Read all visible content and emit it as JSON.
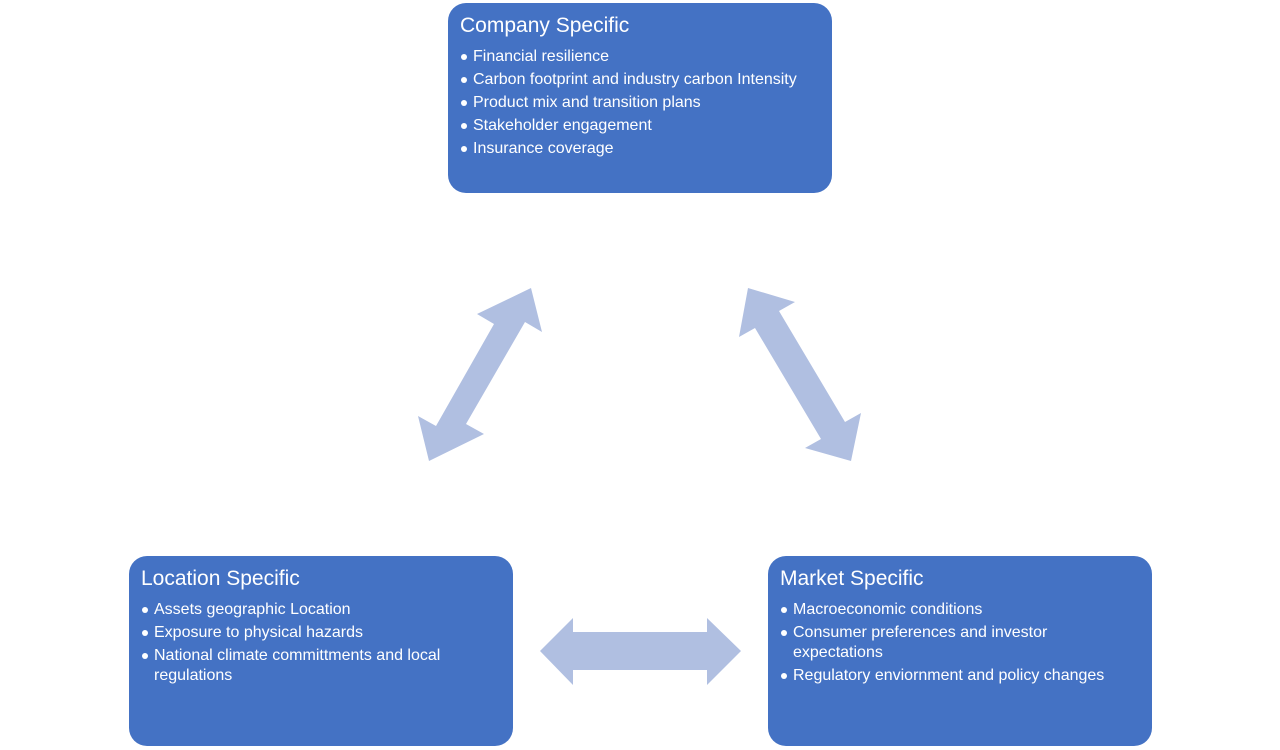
{
  "colors": {
    "box_fill": "#4472c4",
    "arrow_fill": "#b0bfe1",
    "text": "#ffffff"
  },
  "boxes": {
    "company": {
      "title": "Company Specific",
      "items": [
        "Financial resilience",
        "Carbon footprint and industry carbon Intensity",
        "Product mix and transition plans",
        "Stakeholder engagement",
        "Insurance coverage"
      ]
    },
    "location": {
      "title": "Location Specific",
      "items": [
        "Assets geographic Location",
        "Exposure to physical hazards",
        "National climate committments and local regulations"
      ]
    },
    "market": {
      "title": "Market Specific",
      "items": [
        "Macroeconomic conditions",
        "Consumer preferences and investor expectations",
        "Regulatory enviornment and policy changes"
      ]
    }
  },
  "arrows": [
    {
      "name": "company-location-arrow",
      "type": "double-headed",
      "connects": [
        "Company Specific",
        "Location Specific"
      ]
    },
    {
      "name": "company-market-arrow",
      "type": "double-headed",
      "connects": [
        "Company Specific",
        "Market Specific"
      ]
    },
    {
      "name": "location-market-arrow",
      "type": "double-headed",
      "connects": [
        "Location Specific",
        "Market Specific"
      ]
    }
  ]
}
